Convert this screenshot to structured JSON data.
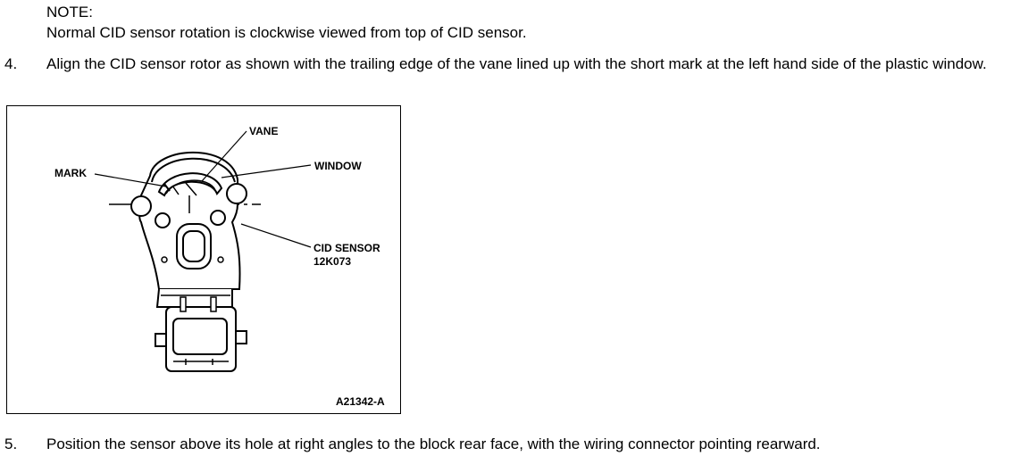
{
  "note": {
    "label": "NOTE:",
    "text": "Normal CID sensor rotation is clockwise viewed from top of CID sensor."
  },
  "steps": [
    {
      "number": "4.",
      "text": "Align the CID sensor rotor as shown with the trailing edge of the vane lined up with the short mark at the left hand side of the plastic window."
    },
    {
      "number": "5.",
      "text": "Position the sensor above its hole at right angles to the block rear face, with the wiring connector pointing rearward."
    }
  ],
  "figure": {
    "labels": {
      "vane": "VANE",
      "mark": "MARK",
      "window": "WINDOW",
      "cid_sensor": "CID SENSOR",
      "part_number": "12K073"
    },
    "figure_id": "A21342-A"
  }
}
